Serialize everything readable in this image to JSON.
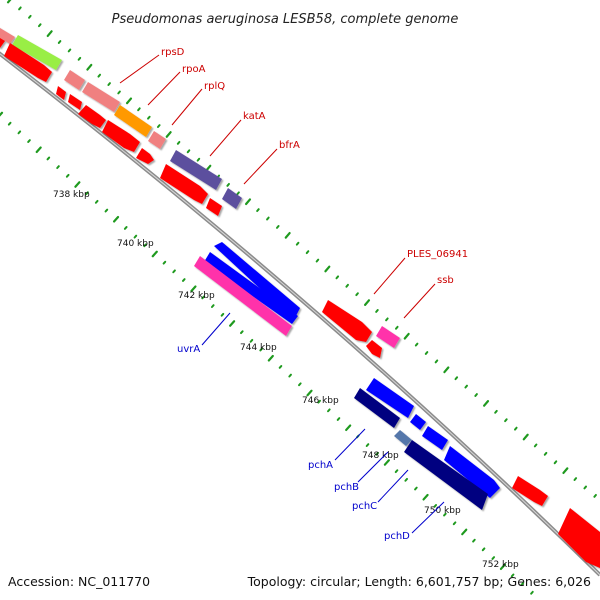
{
  "title": "Pseudomonas aeruginosa LESB58, complete genome",
  "accession": "Accession: NC_011770",
  "topology": "Topology: circular; Length: 6,601,757 bp; Genes: 6,026",
  "colors": {
    "backbone": "#8c8c8c",
    "tick_dots": "#1f9a1f",
    "red_label": "#cc0000",
    "blue_label": "#0000cc",
    "red": "#ff0000",
    "light_red": "#f08080",
    "lime": "#99ee44",
    "orange": "#ff9900",
    "slate": "#5b4f9e",
    "blue": "#0000ff",
    "navy": "#000080",
    "pink": "#ff33aa",
    "steel": "#5577aa"
  },
  "kbp_labels": [
    "738 kbp",
    "740 kbp",
    "742 kbp",
    "744 kbp",
    "746 kbp",
    "748 kbp",
    "750 kbp",
    "752 kbp"
  ],
  "genes_forward": [
    "rpsD",
    "rpoA",
    "rplQ",
    "katA",
    "bfrA",
    "PLES_06941",
    "ssb"
  ],
  "genes_reverse": [
    "uvrA",
    "pchA",
    "pchB",
    "pchC",
    "pchD"
  ]
}
